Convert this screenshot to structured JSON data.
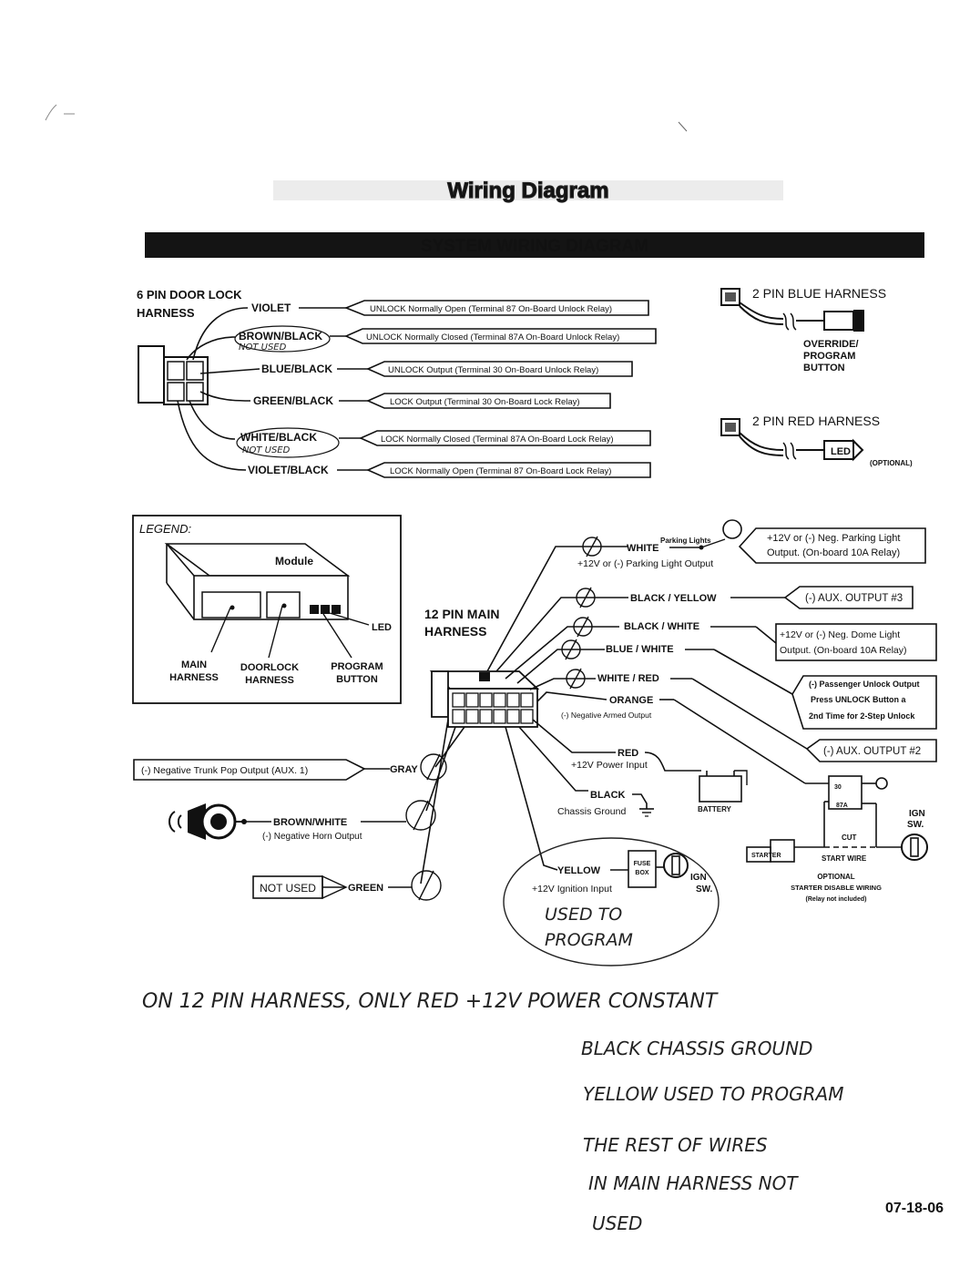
{
  "header": {
    "title": "Wiring Diagram",
    "banner": "SYSTEM WIRING DIAGRAM"
  },
  "door_lock": {
    "label_line1": "6 PIN DOOR LOCK",
    "label_line2": "HARNESS",
    "wires": [
      {
        "name": "VIOLET",
        "output": "UNLOCK Normally Open (Terminal 87 On-Board Unlock Relay)",
        "note": ""
      },
      {
        "name": "BROWN/BLACK",
        "output": "UNLOCK Normally Closed (Terminal 87A On-Board Unlock Relay)",
        "note": "NOT USED"
      },
      {
        "name": "BLUE/BLACK",
        "output": "UNLOCK Output (Terminal 30 On-Board Unlock Relay)",
        "note": ""
      },
      {
        "name": "GREEN/BLACK",
        "output": "LOCK Output (Terminal 30 On-Board Lock Relay)",
        "note": ""
      },
      {
        "name": "WHITE/BLACK",
        "output": "LOCK Normally Closed (Terminal 87A On-Board Lock Relay)",
        "note": "NOT USED"
      },
      {
        "name": "VIOLET/BLACK",
        "output": "LOCK Normally Open (Terminal 87 On-Board Lock Relay)",
        "note": ""
      }
    ]
  },
  "blue_harness": {
    "label": "2 PIN BLUE HARNESS",
    "button_line1": "OVERRIDE/",
    "button_line2": "PROGRAM",
    "button_line3": "BUTTON"
  },
  "red_harness": {
    "label": "2 PIN RED HARNESS",
    "led": "LED",
    "optional": "(OPTIONAL)"
  },
  "legend": {
    "title": "LEGEND:",
    "module": "Module",
    "led": "LED",
    "main_line1": "MAIN",
    "main_line2": "HARNESS",
    "door_line1": "DOORLOCK",
    "door_line2": "HARNESS",
    "prog_line1": "PROGRAM",
    "prog_line2": "BUTTON"
  },
  "main_harness": {
    "label_line1": "12 PIN MAIN",
    "label_line2": "HARNESS",
    "parking_lights": "Parking Lights",
    "wires": {
      "white": "WHITE",
      "white_sub": "+12V or (-) Parking Light Output",
      "white_box_line1": "+12V or (-) Neg. Parking Light",
      "white_box_line2": "Output. (On-board 10A Relay)",
      "black_yellow": "BLACK / YELLOW",
      "black_yellow_box": "(-) AUX. OUTPUT #3",
      "black_white": "BLACK / WHITE",
      "black_white_box_line1": "+12V or (-) Neg. Dome Light",
      "black_white_box_line2": "Output. (On-board 10A Relay)",
      "blue_white": "BLUE / WHITE",
      "blue_white_box_line1": "(-) Passenger Unlock Output",
      "blue_white_box_line2": "Press UNLOCK Button a",
      "blue_white_box_line3": "2nd Time for 2-Step Unlock",
      "white_red": "WHITE / RED",
      "orange": "ORANGE",
      "orange_sub": "(-) Negative Armed Output",
      "white_red_box": "(-) AUX. OUTPUT #2",
      "red": "RED",
      "red_sub": "+12V Power Input",
      "battery": "BATTERY",
      "black": "BLACK",
      "black_sub": "Chassis Ground",
      "yellow": "YELLOW",
      "yellow_sub": "+12V Ignition Input",
      "fuse_line1": "FUSE",
      "fuse_line2": "BOX",
      "ign1": "IGN",
      "sw1": "SW.",
      "gray": "GRAY",
      "gray_box": "(-) Negative Trunk Pop Output (AUX. 1)",
      "brown_white": "BROWN/WHITE",
      "brown_white_sub": "(-) Negative Horn Output",
      "green": "GREEN",
      "green_box": "NOT USED"
    }
  },
  "starter": {
    "starter": "STARTER",
    "cut": "CUT",
    "start_wire": "START WIRE",
    "ign": "IGN",
    "sw": "SW.",
    "optional1": "OPTIONAL",
    "optional2": "STARTER DISABLE WIRING",
    "optional3": "(Relay not included)",
    "pin30": "30",
    "pin87a": "87A"
  },
  "handwritten": {
    "used_to_line1": "USED TO",
    "used_to_line2": "PROGRAM",
    "note1": "ON 12 PIN HARNESS, ONLY RED +12V POWER CONSTANT",
    "note2": "BLACK CHASSIS GROUND",
    "note3": "YELLOW USED TO PROGRAM",
    "note4": "THE REST OF WIRES",
    "note5": "IN MAIN HARNESS NOT",
    "note6": "USED"
  },
  "date": "07-18-06"
}
